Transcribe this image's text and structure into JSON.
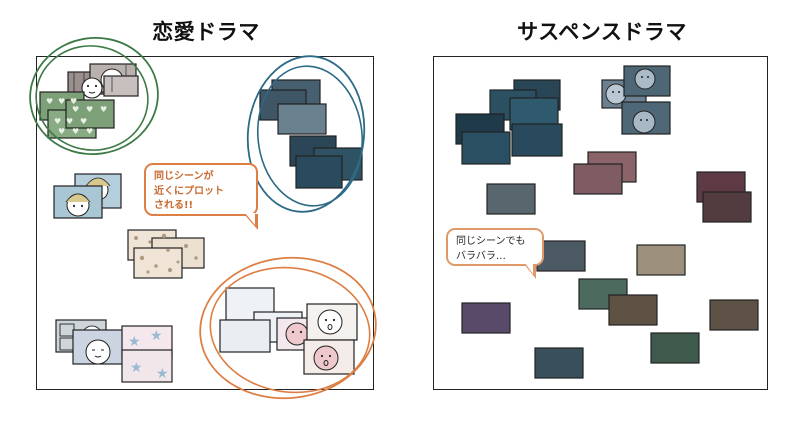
{
  "left": {
    "title": "恋愛ドラマ",
    "bubble": "同じシーンが\n近くにプロット\nされる!!"
  },
  "right": {
    "title": "サスペンスドラマ",
    "bubble": "同じシーンでも\nバラバラ…"
  },
  "colors": {
    "circle_green": "#3d7a45",
    "circle_blue": "#2c6a86",
    "circle_orange": "#dd7f45",
    "bubble_text": "#c86a30"
  }
}
